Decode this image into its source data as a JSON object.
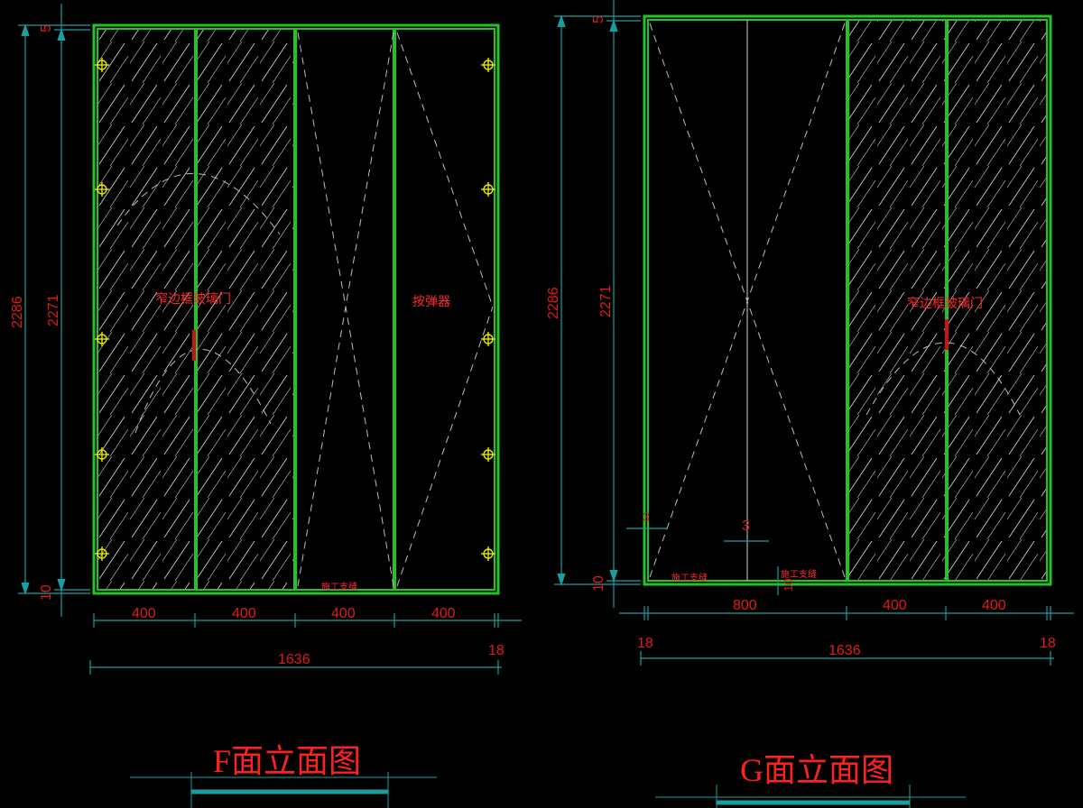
{
  "drawings": [
    {
      "title": "F面立面图",
      "label_door": "窄边框玻璃门",
      "label_hardware": "按弹器",
      "label_gap": "施工支缝",
      "dims": {
        "top": "5",
        "full_height": "2286",
        "door_height": "2271",
        "bottom": "10",
        "panels": [
          "400",
          "400",
          "400",
          "400"
        ],
        "total_width": "1636",
        "side": "18"
      }
    },
    {
      "title": "G面立面图",
      "label_door": "窄边框玻璃门",
      "label_gap_left": "施工支缝",
      "label_gap_right": "施工支缝",
      "dims": {
        "top": "5",
        "full_height": "2286",
        "door_height": "2271",
        "bottom": "10",
        "panels": [
          "800",
          "400",
          "400"
        ],
        "total_width": "1636",
        "side_left": "18",
        "side_right": "18",
        "small_gap": "3",
        "side_gap": "3",
        "bottom_gap": "10"
      }
    }
  ],
  "colors": {
    "background": "#000000",
    "frame": "#22c322",
    "dimension": "#18a0a0",
    "text": "#ff2020",
    "hatch": "#d8d8d8",
    "marker": "#e8e800",
    "handle": "#c81414"
  }
}
